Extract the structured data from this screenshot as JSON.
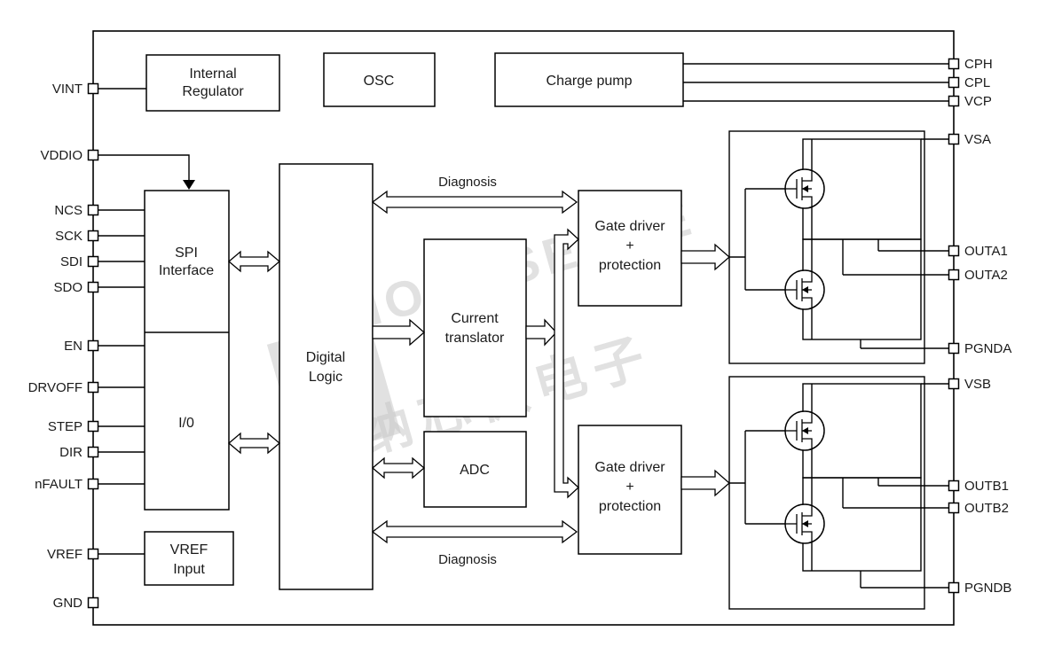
{
  "diagram": {
    "watermark": {
      "brand": "NOVOSENSE",
      "cjk": "纳芯微电子"
    },
    "pins": {
      "left": [
        "VINT",
        "VDDIO",
        "NCS",
        "SCK",
        "SDI",
        "SDO",
        "EN",
        "DRVOFF",
        "STEP",
        "DIR",
        "nFAULT",
        "VREF",
        "GND"
      ],
      "right": [
        "CPH",
        "CPL",
        "VCP",
        "VSA",
        "OUTA1",
        "OUTA2",
        "PGNDA",
        "VSB",
        "OUTB1",
        "OUTB2",
        "PGNDB"
      ]
    },
    "blocks": {
      "internal_regulator": {
        "line1": "Internal",
        "line2": "Regulator"
      },
      "osc": {
        "label": "OSC"
      },
      "charge_pump": {
        "label": "Charge pump"
      },
      "spi_interface": {
        "line1": "SPI",
        "line2": "Interface"
      },
      "io": {
        "label": "I/0"
      },
      "digital_logic": {
        "line1": "Digital",
        "line2": "Logic"
      },
      "current_translator": {
        "line1": "Current",
        "line2": "translator"
      },
      "adc": {
        "label": "ADC"
      },
      "gate_driver_a": {
        "line1": "Gate driver",
        "line2": "+",
        "line3": "protection"
      },
      "gate_driver_b": {
        "line1": "Gate driver",
        "line2": "+",
        "line3": "protection"
      },
      "vref_input": {
        "line1": "VREF",
        "line2": "Input"
      }
    },
    "annotations": {
      "diagnosis_top": "Diagnosis",
      "diagnosis_bottom": "Diagnosis"
    }
  }
}
